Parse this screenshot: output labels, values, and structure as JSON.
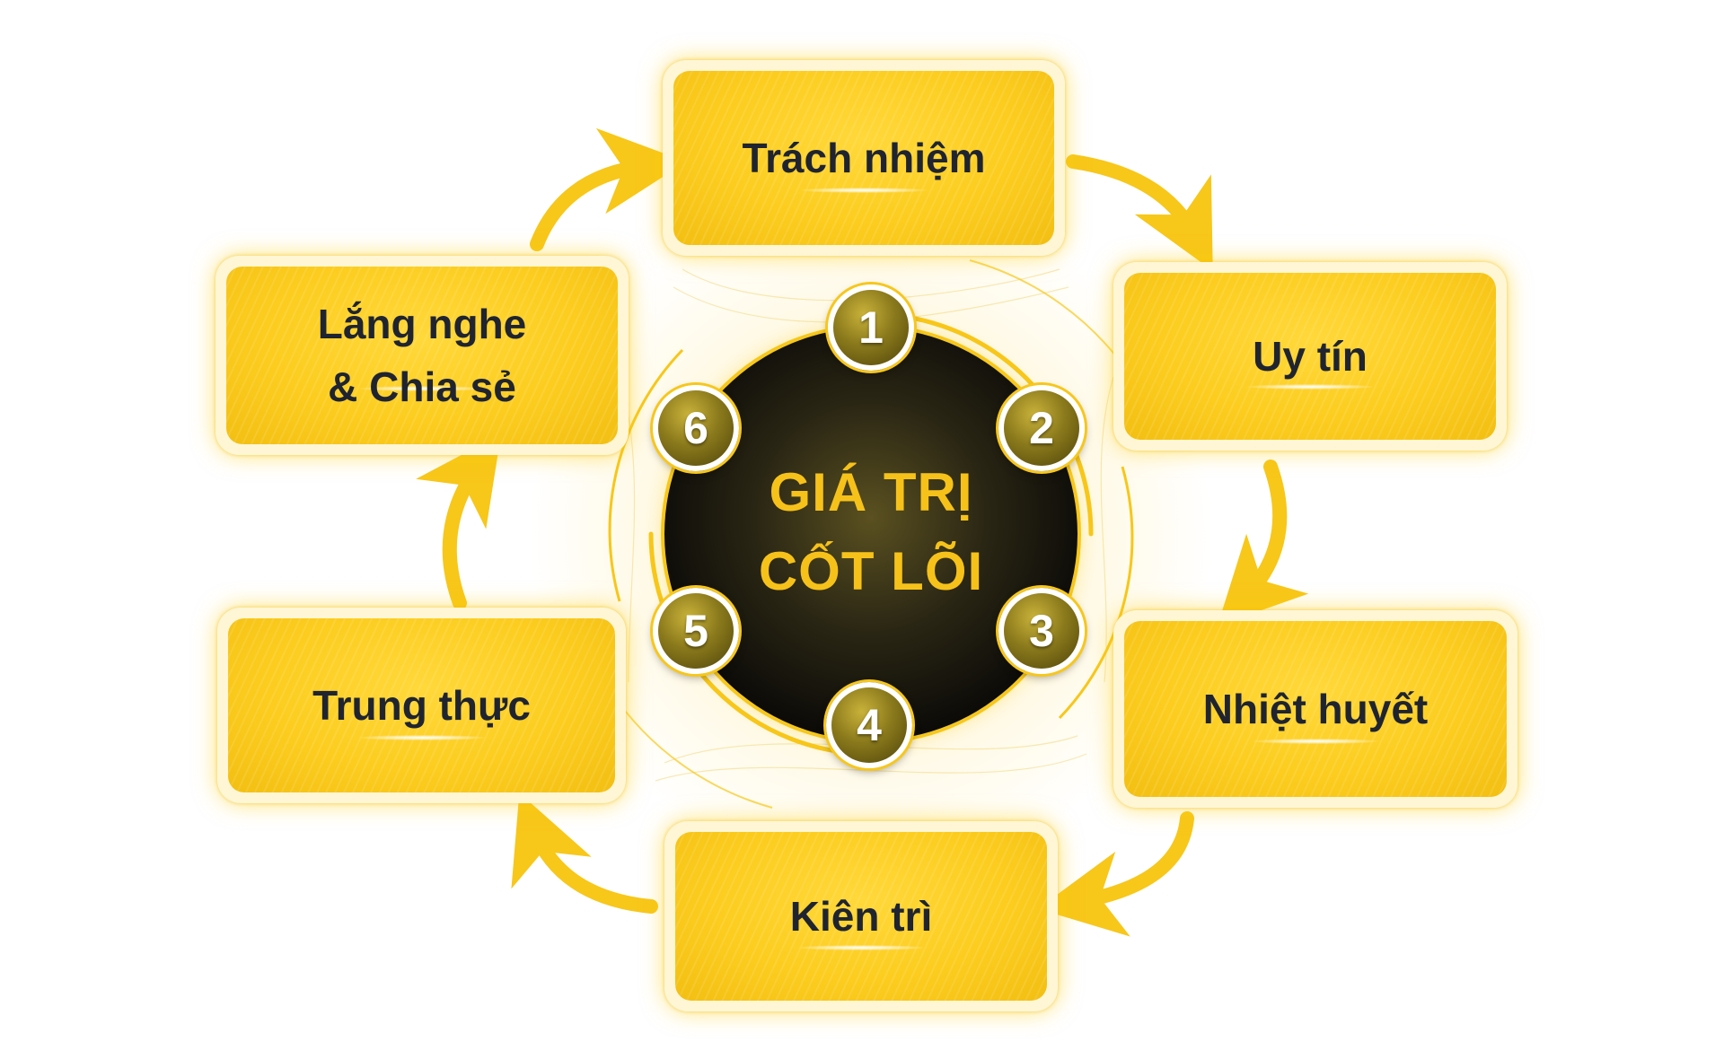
{
  "diagram": {
    "center_title": "GIÁ TRỊ\nCỐT LÕI",
    "accent_color": "#f7c71a",
    "badge_numbers": [
      "1",
      "2",
      "3",
      "4",
      "5",
      "6"
    ],
    "values": [
      {
        "label": "Trách nhiệm"
      },
      {
        "label": "Uy tín"
      },
      {
        "label": "Nhiệt huyết"
      },
      {
        "label": "Kiên trì"
      },
      {
        "label": "Trung thực"
      },
      {
        "label": "Lắng nghe\n& Chia sẻ"
      }
    ]
  }
}
